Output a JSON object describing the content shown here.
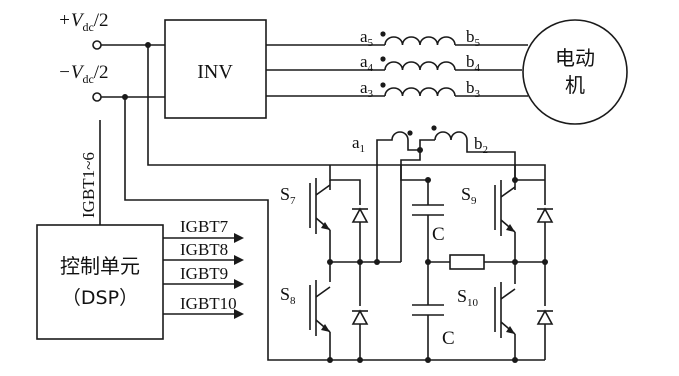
{
  "supply": {
    "positive": "+V",
    "negative": "−V",
    "subscript": "dc",
    "suffix": "/2"
  },
  "inverter": {
    "label": "INV"
  },
  "motor": {
    "line1": "电动",
    "line2": "机"
  },
  "phase_windings": [
    {
      "a": "a",
      "a_sub": "5",
      "b": "b",
      "b_sub": "5"
    },
    {
      "a": "a",
      "a_sub": "4",
      "b": "b",
      "b_sub": "4"
    },
    {
      "a": "a",
      "a_sub": "3",
      "b": "b",
      "b_sub": "3"
    }
  ],
  "series_windings": {
    "a": "a",
    "a_sub": "1",
    "b": "b",
    "b_sub": "2"
  },
  "igbt_bus_label": "IGBT1~6",
  "controller": {
    "line1": "控制单元",
    "line2": "（DSP）"
  },
  "igbt_outputs": [
    "IGBT7",
    "IGBT8",
    "IGBT9",
    "IGBT10"
  ],
  "switches": [
    {
      "label": "S",
      "sub": "7"
    },
    {
      "label": "S",
      "sub": "8"
    },
    {
      "label": "S",
      "sub": "9"
    },
    {
      "label": "S",
      "sub": "10"
    }
  ],
  "capacitors": [
    "C",
    "C"
  ]
}
